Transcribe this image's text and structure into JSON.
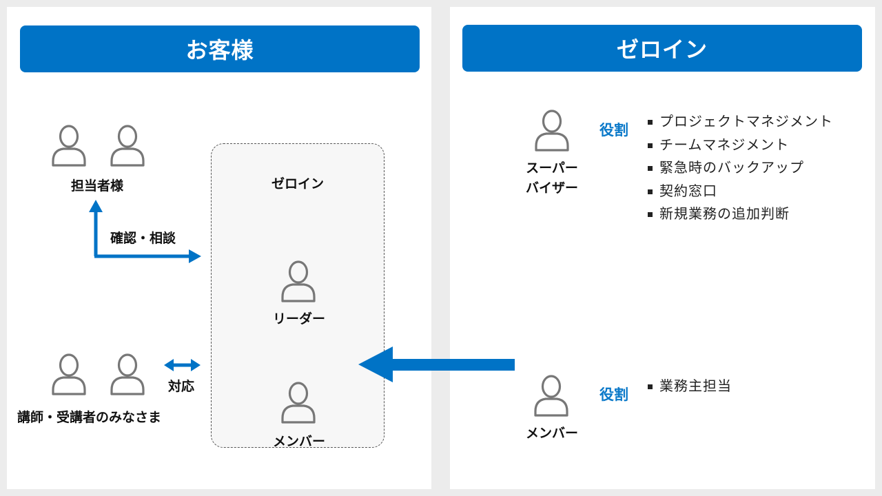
{
  "customer": {
    "header": "お客様",
    "contact_label": "担当者様",
    "consult_label": "確認・相談",
    "respond_label": "対応",
    "attendees_label": "講師・受講者のみなさま",
    "team_box": {
      "title": "ゼロイン",
      "leader_label": "リーダー",
      "member_label": "メンバー"
    }
  },
  "zeroin": {
    "header": "ゼロイン",
    "supervisor": {
      "label_line1": "スーパー",
      "label_line2": "バイザー",
      "role_label": "役割",
      "roles": [
        "プロジェクトマネジメント",
        "チームマネジメント",
        "緊急時のバックアップ",
        "契約窓口",
        "新規業務の追加判断"
      ]
    },
    "member": {
      "label": "メンバー",
      "role_label": "役割",
      "roles": [
        "業務主担当"
      ]
    }
  },
  "icons": {
    "person": "person-icon",
    "arrow": "arrow-icon"
  },
  "colors": {
    "accent": "#0073c6",
    "icon_stroke": "#777777",
    "background": "#ececec",
    "panel": "#ffffff"
  }
}
